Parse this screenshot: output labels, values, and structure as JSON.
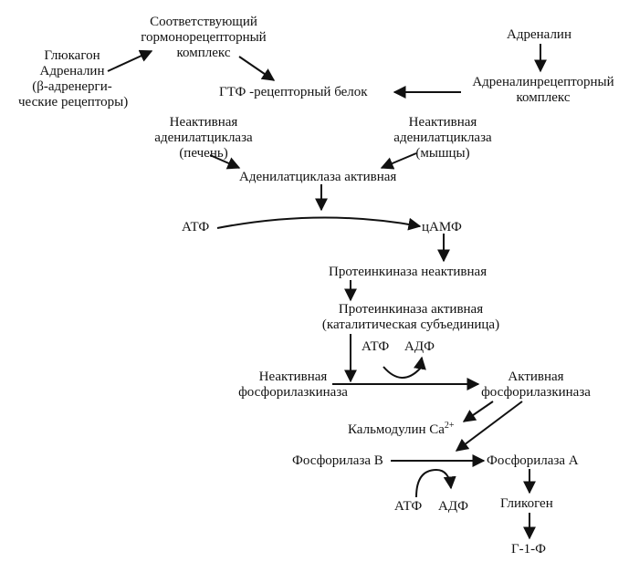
{
  "nodes": {
    "complex_1": "Соответствующий",
    "complex_2": "гормонорецепторный",
    "complex_3": "комплекс",
    "adrenalin": "Адреналин",
    "glucagon_1": "Глюкагон",
    "glucagon_2": "Адреналин",
    "glucagon_3": "(β-адренерги-",
    "glucagon_4": "ческие рецепторы)",
    "adr_complex_1": "Адреналинрецепторный",
    "adr_complex_2": "комплекс",
    "gtp_protein": "ГТФ -рецепторный белок",
    "ac_liver_1": "Неактивная",
    "ac_liver_2": "аденилатциклаза",
    "ac_liver_3": "(печень)",
    "ac_muscle_1": "Неактивная",
    "ac_muscle_2": "аденилатциклаза",
    "ac_muscle_3": "(мышцы)",
    "ac_active": "Аденилатциклаза активная",
    "atp_1": "АТФ",
    "camp": "цАМФ",
    "pk_inactive": "Протеинкиназа неактивная",
    "pk_active_1": "Протеинкиназа активная",
    "pk_active_2": "(каталитическая субъединица)",
    "atp_2": "АТФ",
    "adp_2": "АДФ",
    "phk_inactive_1": "Неактивная",
    "phk_inactive_2": "фосфорилазкиназа",
    "phk_active_1": "Активная",
    "phk_active_2": "фосфорилазкиназа",
    "calmodulin": "Кальмодулин Са",
    "calmodulin_sup": "2+",
    "phos_b": "Фосфорилаза В",
    "phos_a": "Фосфорилаза А",
    "atp_3": "АТФ",
    "adp_3": "АДФ",
    "glycogen": "Гликоген",
    "g1p": "Г-1-Ф"
  }
}
